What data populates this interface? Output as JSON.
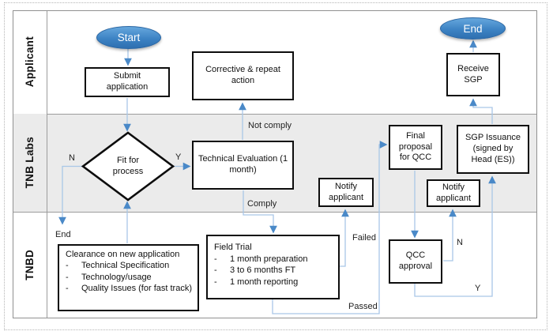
{
  "lanes": [
    {
      "label": "Applicant"
    },
    {
      "label": "TNB Labs"
    },
    {
      "label": "TNBD"
    }
  ],
  "nodes": {
    "start": "Start",
    "end": "End",
    "submit": "Submit application",
    "corrective": "Corrective & repeat action",
    "receive_sgp": "Receive SGP",
    "fit_for_process": "Fit for process",
    "tech_eval": "Technical Evaluation (1 month)",
    "notify_applicant_1": "Notify applicant",
    "final_proposal": "Final proposal for QCC",
    "notify_applicant_2": "Notify applicant",
    "sgp_issuance": "SGP Issuance (signed by Head (ES))",
    "qcc_approval": "QCC approval",
    "field_trial": {
      "title": "Field Trial",
      "items": [
        "1 month preparation",
        "3 to 6 months FT",
        "1 month reporting"
      ]
    },
    "clearance": {
      "title": "Clearance on new application",
      "items": [
        "Technical Specification",
        "Technology/usage",
        "Quality Issues (for fast track)"
      ]
    }
  },
  "edge_labels": {
    "fit_no": "N",
    "fit_yes": "Y",
    "end_terminal": "End",
    "not_comply": "Not comply",
    "comply": "Comply",
    "failed": "Failed",
    "passed": "Passed",
    "qcc_no": "N",
    "qcc_yes": "Y"
  },
  "colors": {
    "lane_gray": "#ebebeb",
    "arrow_line": "#a9c7e7",
    "arrow_head": "#4a89c8",
    "oval_blue_top": "#66a7dd",
    "oval_blue_bottom": "#2e6fb0",
    "box_border": "#0d0d0d",
    "lane_border": "#9c9c9c"
  }
}
